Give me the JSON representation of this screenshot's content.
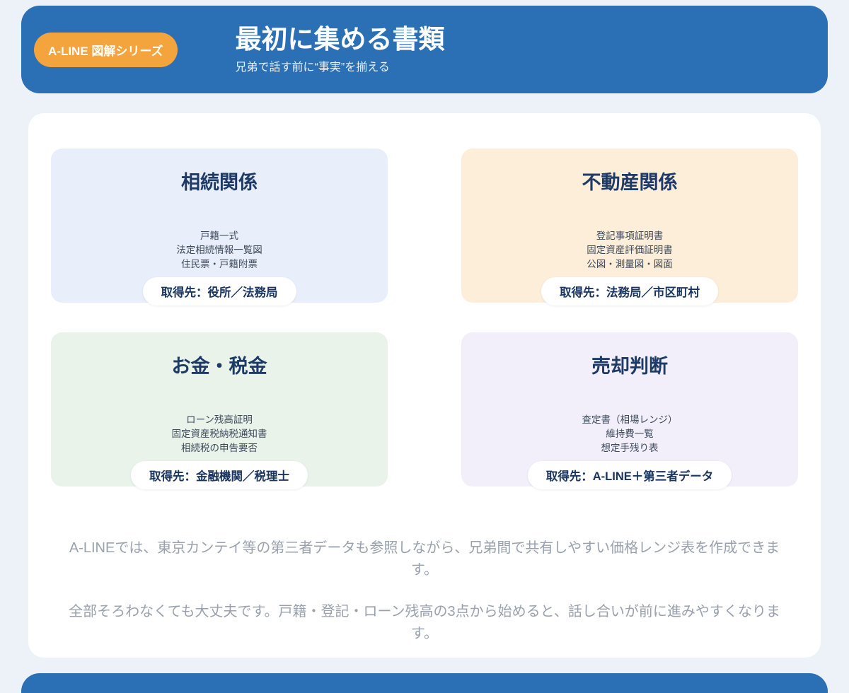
{
  "header": {
    "badge": "A-LINE 図解シリーズ",
    "title": "最初に集める書類",
    "subtitle": "兄弟で話す前に“事実”を揃える"
  },
  "cards": [
    {
      "title": "相続関係",
      "items": [
        "戸籍一式",
        "法定相続情報一覧図",
        "住民票・戸籍附票"
      ],
      "source": "取得先：役所／法務局",
      "bg": "#e9eefb"
    },
    {
      "title": "不動産関係",
      "items": [
        "登記事項証明書",
        "固定資産評価証明書",
        "公図・測量図・図面"
      ],
      "source": "取得先：法務局／市区町村",
      "bg": "#fdeeda"
    },
    {
      "title": "お金・税金",
      "items": [
        "ローン残高証明",
        "固定資産税納税通知書",
        "相続税の申告要否"
      ],
      "source": "取得先：金融機関／税理士",
      "bg": "#e9f3ea"
    },
    {
      "title": "売却判断",
      "items": [
        "査定書（相場レンジ）",
        "維持費一覧",
        "想定手残り表"
      ],
      "source": "取得先：A-LINE＋第三者データ",
      "bg": "#f2effa"
    }
  ],
  "notes": [
    "A-LINEでは、東京カンテイ等の第三者データも参照しながら、兄弟間で共有しやすい価格レンジ表を作成できます。",
    "全部そろわなくても大丈夫です。戸籍・登記・ローン残高の3点から始めると、話し合いが前に進みやすくなります。"
  ],
  "colors": {
    "header_bg": "#2b6fb5",
    "badge_bg": "#f4a43c",
    "title_text": "#1e3a66",
    "note_text": "#98a1ad"
  }
}
